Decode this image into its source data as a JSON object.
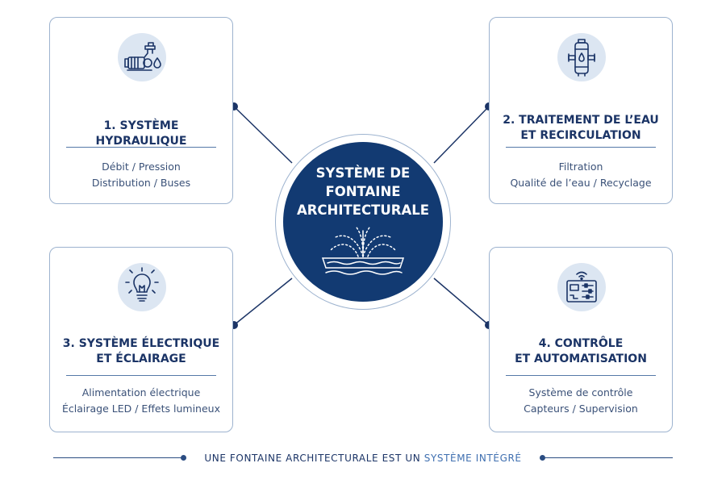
{
  "center": {
    "title_lines": [
      "SYSTÈME DE",
      "FONTAINE",
      "ARCHITECTURALE"
    ],
    "icon": "fountain-icon"
  },
  "cards": [
    {
      "title_lines": [
        "1. SYSTÈME HYDRAULIQUE"
      ],
      "detail_lines": [
        "Débit / Pression",
        "Distribution / Buses"
      ],
      "icon": "pump-icon"
    },
    {
      "title_lines": [
        "2. TRAITEMENT DE L’EAU",
        "ET RECIRCULATION"
      ],
      "detail_lines": [
        "Filtration",
        "Qualité de l’eau / Recyclage"
      ],
      "icon": "filter-tank-icon"
    },
    {
      "title_lines": [
        "3. SYSTÈME ÉLECTRIQUE",
        "ET ÉCLAIRAGE"
      ],
      "detail_lines": [
        "Alimentation électrique",
        "Éclairage LED / Effets lumineux"
      ],
      "icon": "lightbulb-icon"
    },
    {
      "title_lines": [
        "4. CONTRÔLE",
        "ET AUTOMATISATION"
      ],
      "detail_lines": [
        "Système de contrôle",
        "Capteurs / Supervision"
      ],
      "icon": "control-panel-icon"
    }
  ],
  "footer": {
    "text_main": "UNE FONTAINE ARCHITECTURALE EST UN ",
    "text_accent": "SYSTÈME INTÉGRÉ"
  },
  "colors": {
    "navy": "#123a72",
    "card_border": "#9db3cf",
    "icon_bg": "#dce6f2",
    "text_dark": "#1b3466",
    "accent": "#3f6fb0"
  }
}
